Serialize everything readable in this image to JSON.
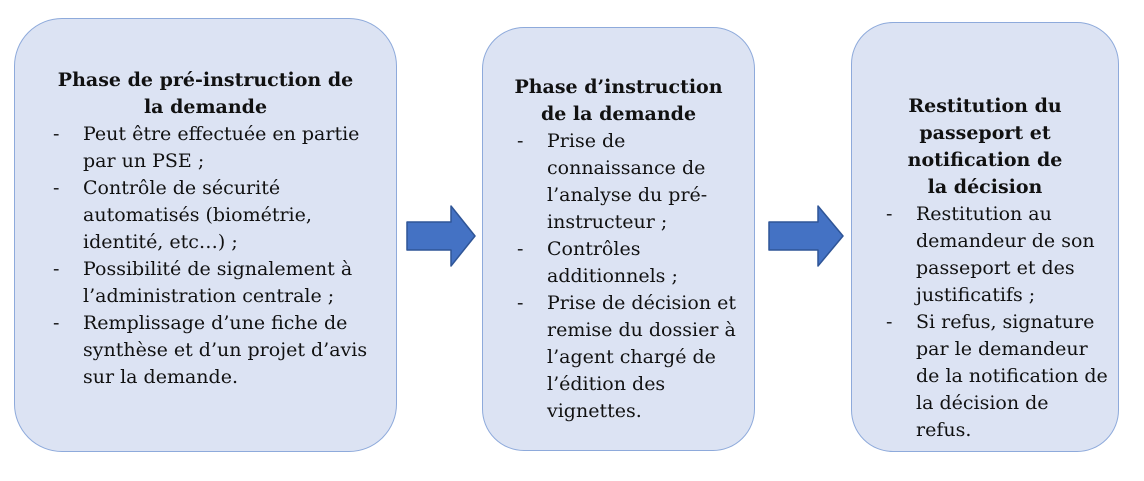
{
  "diagram": {
    "type": "process-flow",
    "direction": "left-to-right",
    "bullet_marker": "-",
    "boxes": [
      {
        "title": "Phase de pré-instruction de la demande",
        "items": [
          "Peut être effectuée en partie par un PSE ;",
          "Contrôle de sécurité automatisés (biométrie, identité, etc…) ;",
          "Possibilité de signalement à l’administration centrale ;",
          "Remplissage d’une fiche de synthèse et d’un projet d’avis sur la demande."
        ]
      },
      {
        "title": "Phase d’instruction de la demande",
        "items": [
          "Prise de connaissance de l’analyse du pré-instructeur ;",
          "Contrôles additionnels ;",
          "Prise de décision et remise du dossier à l’agent chargé de l’édition des vignettes."
        ]
      },
      {
        "title": "Restitution du passeport et notification de la décision",
        "items": [
          "Restitution au demandeur de son passeport et des justificatifs ;",
          "Si refus, signature par le demandeur de la notification de la décision de refus."
        ]
      }
    ],
    "colors": {
      "box_fill": "#dce3f3",
      "box_border": "#8eaadb",
      "arrow_fill": "#4472c4",
      "arrow_border": "#2f5597",
      "text": "#111111",
      "background": "#ffffff"
    }
  }
}
